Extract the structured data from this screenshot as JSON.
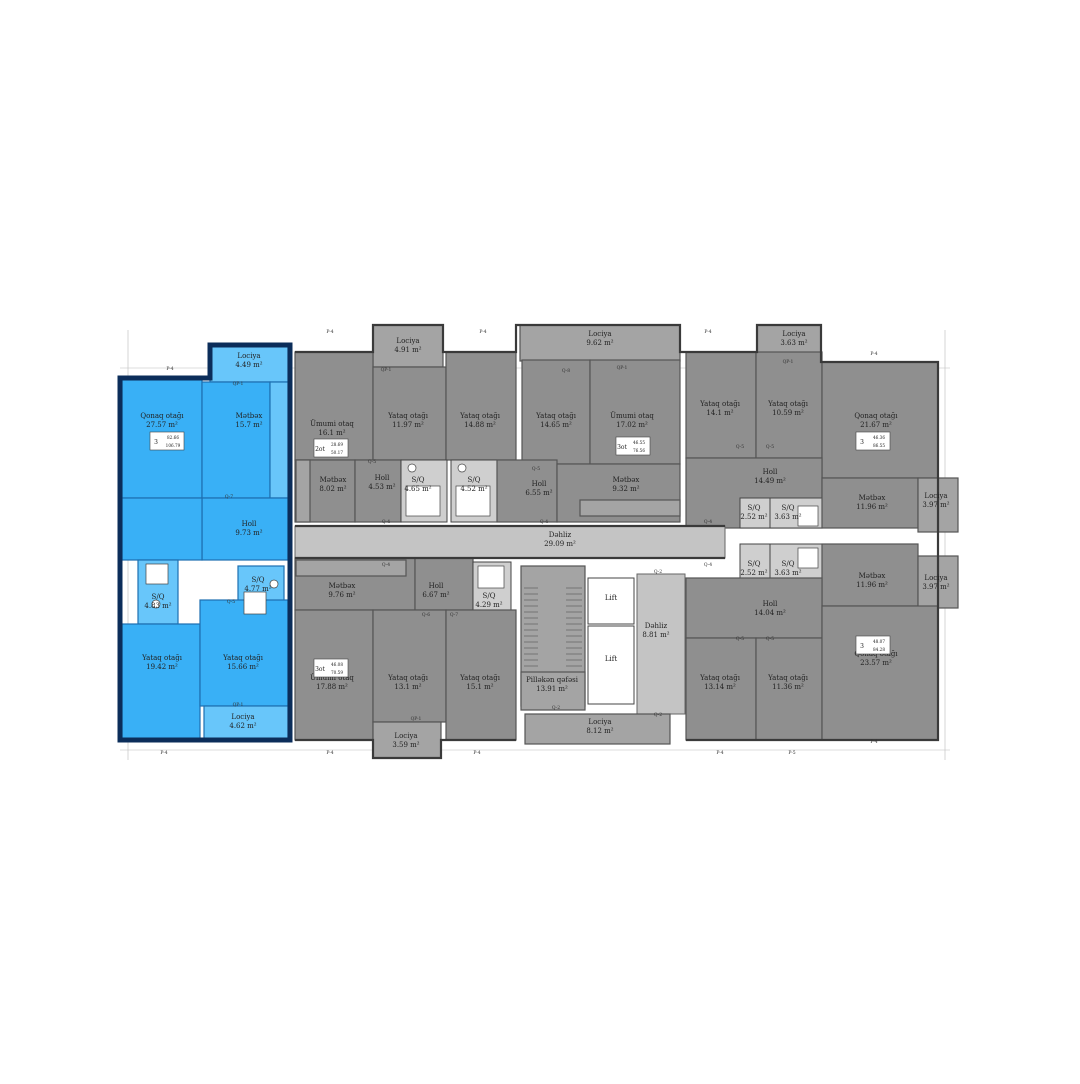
{
  "colors": {
    "selected": "#39b0f6",
    "selected_outline": "#0b2d5a",
    "unit": "#8f8f8f",
    "corridor": "#c4c4c4"
  },
  "markers": {
    "p4": "P-4",
    "p5": "P-5",
    "qp1": "QP-1",
    "q2": "Q-2",
    "q4": "Q-4",
    "q5": "Q-5",
    "q6": "Q-6",
    "q7": "Q-7",
    "q8": "Q-8"
  },
  "rooms": {
    "loc_top_sel": {
      "name": "Lociya",
      "area": "4.49 m²"
    },
    "qonaq_sel": {
      "name": "Qonaq otağı",
      "area": "27.57 m²"
    },
    "metbex_sel": {
      "name": "Mətbəx",
      "area": "15.7 m²"
    },
    "holl_sel": {
      "name": "Holl",
      "area": "9.73 m²"
    },
    "sq_sel_l": {
      "name": "S/Q",
      "area": "4.83 m²"
    },
    "sq_sel_r": {
      "name": "S/Q",
      "area": "4.77 m²"
    },
    "yataq_sel_l": {
      "name": "Yataq otağı",
      "area": "19.42 m²"
    },
    "yataq_sel_r": {
      "name": "Yataq otağı",
      "area": "15.66 m²"
    },
    "loc_bot_sel": {
      "name": "Lociya",
      "area": "4.62 m²"
    },
    "loc_491": {
      "name": "Lociya",
      "area": "4.91 m²"
    },
    "loc_962": {
      "name": "Lociya",
      "area": "9.62 m²"
    },
    "loc_363": {
      "name": "Lociya",
      "area": "3.63 m²"
    },
    "umumi_161": {
      "name": "Ümumi otaq",
      "area": "16.1 m²"
    },
    "yataq_1197": {
      "name": "Yataq otağı",
      "area": "11.97 m²"
    },
    "yataq_1488": {
      "name": "Yataq otağı",
      "area": "14.88 m²"
    },
    "yataq_1465": {
      "name": "Yataq otağı",
      "area": "14.65 m²"
    },
    "umumi_1702": {
      "name": "Ümumi otaq",
      "area": "17.02 m²"
    },
    "yataq_141": {
      "name": "Yataq otağı",
      "area": "14.1 m²"
    },
    "yataq_1059": {
      "name": "Yataq otağı",
      "area": "10.59 m²"
    },
    "qonaq_2167": {
      "name": "Qonaq otağı",
      "area": "21.67 m²"
    },
    "metbex_802": {
      "name": "Mətbəx",
      "area": "8.02 m²"
    },
    "holl_453": {
      "name": "Holl",
      "area": "4.53 m²"
    },
    "sq_465": {
      "name": "S/Q",
      "area": "4.65 m²"
    },
    "sq_452": {
      "name": "S/Q",
      "area": "4.52 m²"
    },
    "holl_655": {
      "name": "Holl",
      "area": "6.55 m²"
    },
    "metbex_932": {
      "name": "Mətbəx",
      "area": "9.32 m²"
    },
    "holl_1449": {
      "name": "Holl",
      "area": "14.49 m²"
    },
    "sq_252a": {
      "name": "S/Q",
      "area": "2.52 m²"
    },
    "sq_363a": {
      "name": "S/Q",
      "area": "3.63 m²"
    },
    "metbex_1196a": {
      "name": "Mətbəx",
      "area": "11.96 m²"
    },
    "loc_397a": {
      "name": "Lociya",
      "area": "3.97 m²"
    },
    "dehliz_2909": {
      "name": "Dəhliz",
      "area": "29.09 m²"
    },
    "sq_252b": {
      "name": "S/Q",
      "area": "2.52 m²"
    },
    "sq_363b": {
      "name": "S/Q",
      "area": "3.63 m²"
    },
    "metbex_1196b": {
      "name": "Mətbəx",
      "area": "11.96 m²"
    },
    "loc_397b": {
      "name": "Lociya",
      "area": "3.97 m²"
    },
    "metbex_976": {
      "name": "Mətbəx",
      "area": "9.76 m²"
    },
    "holl_667": {
      "name": "Holl",
      "area": "6.67 m²"
    },
    "sq_429": {
      "name": "S/Q",
      "area": "4.29 m²"
    },
    "lift_1": {
      "name": "Lift",
      "area": ""
    },
    "lift_2": {
      "name": "Lift",
      "area": ""
    },
    "dehliz_881": {
      "name": "Dəhliz",
      "area": "8.81 m²"
    },
    "holl_1404": {
      "name": "Holl",
      "area": "14.04 m²"
    },
    "umumi_1788": {
      "name": "Ümumi otaq",
      "area": "17.88 m²"
    },
    "yataq_131": {
      "name": "Yataq otağı",
      "area": "13.1 m²"
    },
    "yataq_151": {
      "name": "Yataq otağı",
      "area": "15.1 m²"
    },
    "pilleken_1391": {
      "name": "Pilləkən qəfəsi",
      "area": "13.91 m²"
    },
    "yataq_1314": {
      "name": "Yataq otağı",
      "area": "13.14 m²"
    },
    "yataq_1136": {
      "name": "Yataq otağı",
      "area": "11.36 m²"
    },
    "qonaq_2357": {
      "name": "Qonaq otağı",
      "area": "23.57 m²"
    },
    "loc_359": {
      "name": "Lociya",
      "area": "3.59 m²"
    },
    "loc_812": {
      "name": "Lociya",
      "area": "8.12 m²"
    }
  },
  "units": {
    "u_sel": {
      "rooms": "3",
      "area1": "82.66",
      "area2": "106.79"
    },
    "u_2ot": {
      "rooms": "2ot",
      "area1": "28.69",
      "area2": "50.17"
    },
    "u_3ot_a": {
      "rooms": "3ot",
      "area1": "46.55",
      "area2": "76.56"
    },
    "u_3_right_top": {
      "rooms": "3",
      "area1": "46.36",
      "area2": "86.55"
    },
    "u_3ot_b": {
      "rooms": "3ot",
      "area1": "46.08",
      "area2": "70.59"
    },
    "u_3_right_bot": {
      "rooms": "3",
      "area1": "48.07",
      "area2": "84.28"
    }
  }
}
